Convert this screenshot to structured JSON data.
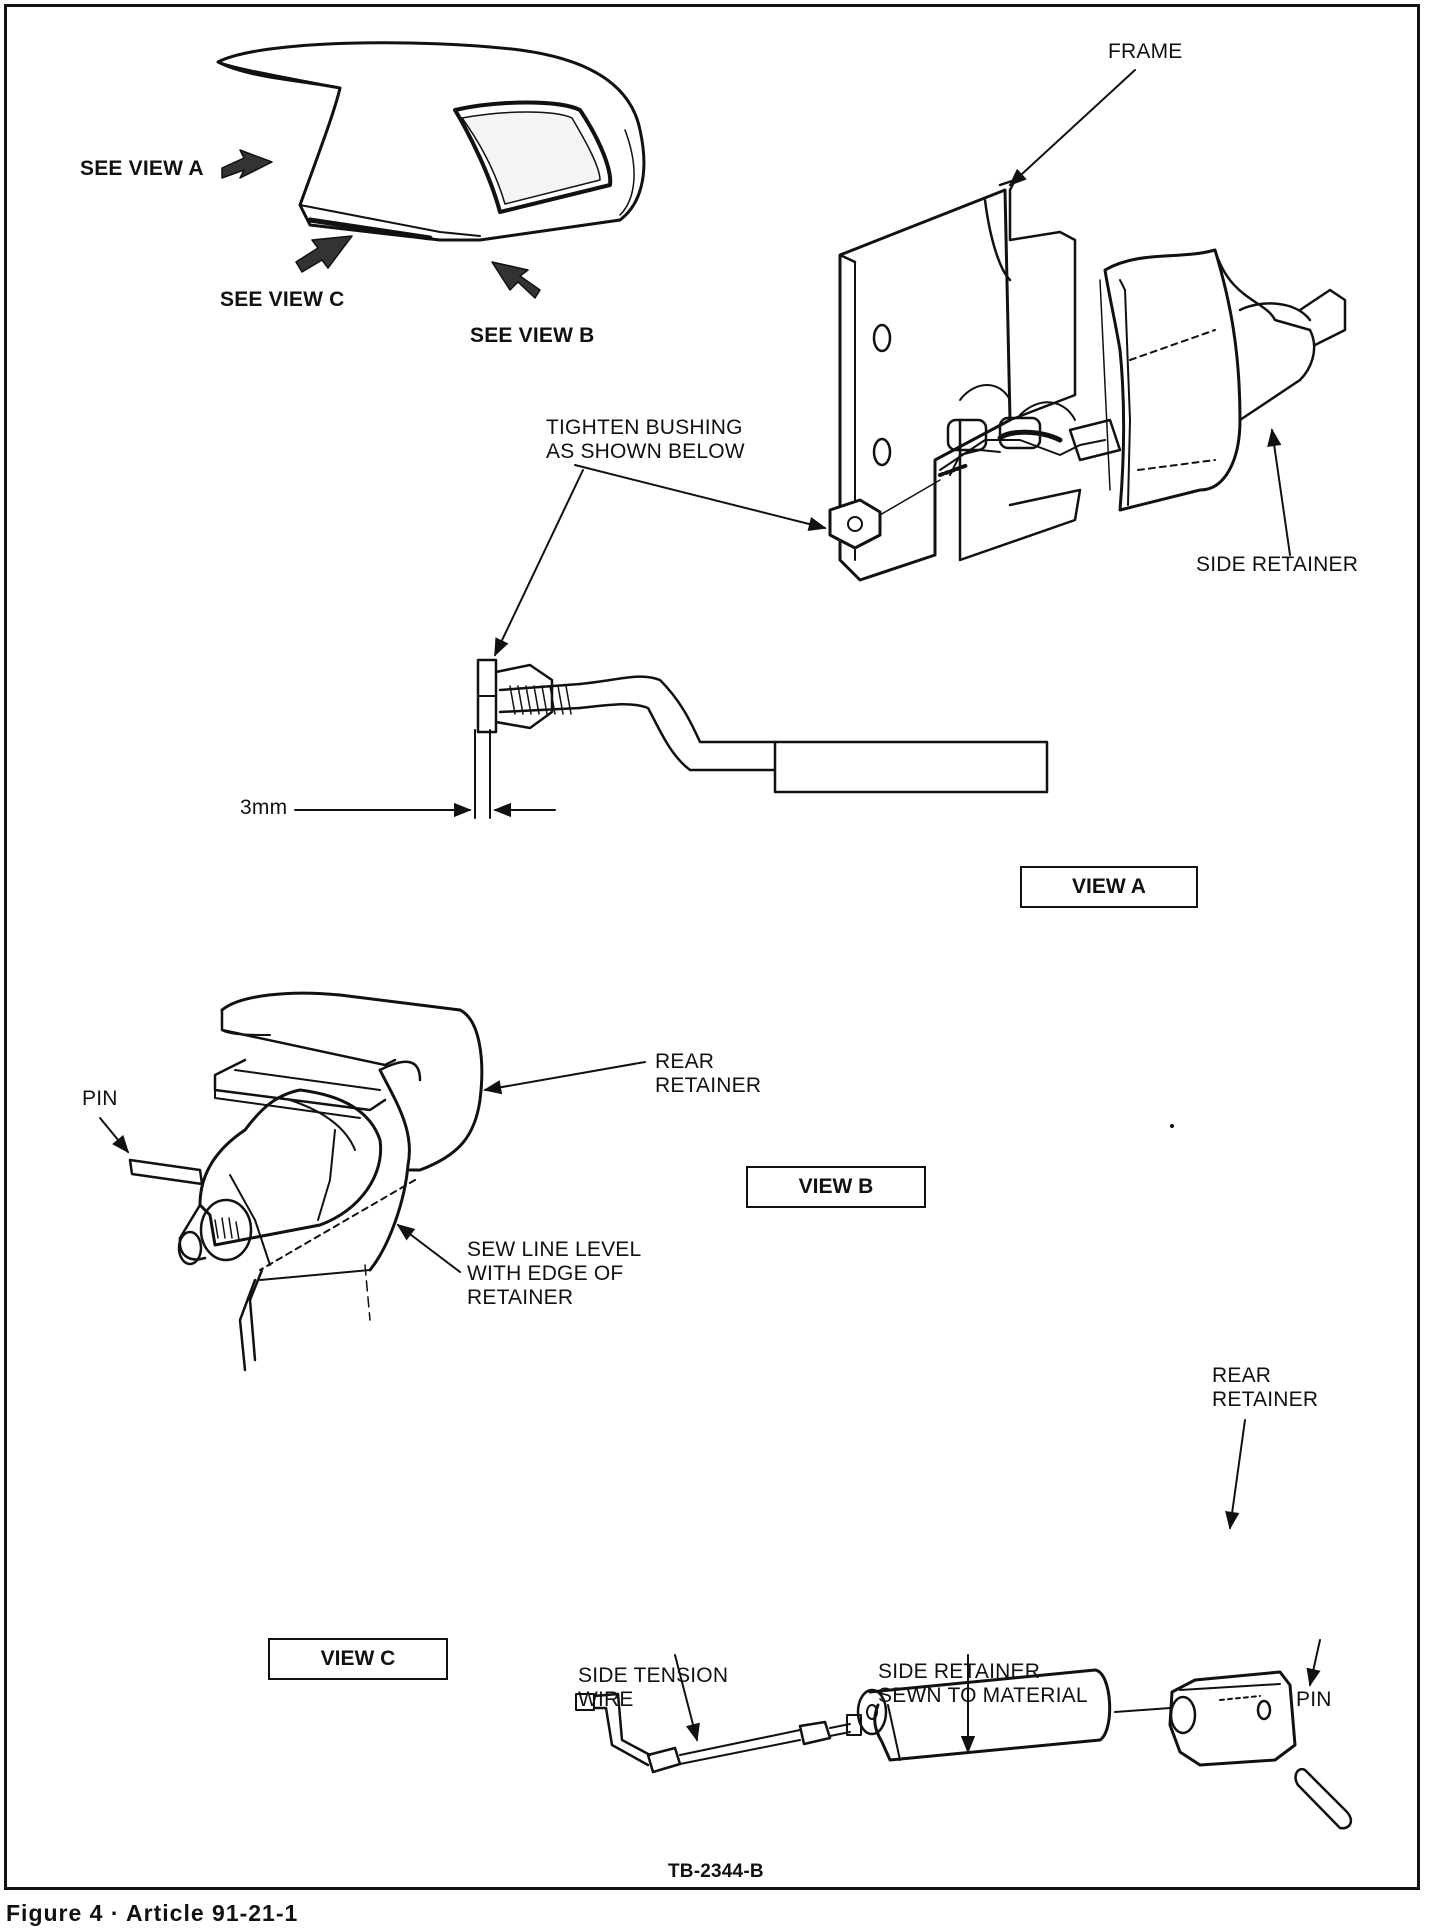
{
  "overview": {
    "see_view_a": "SEE VIEW A",
    "see_view_b": "SEE VIEW B",
    "see_view_c": "SEE VIEW C"
  },
  "view_a": {
    "box_label": "VIEW A",
    "frame": "FRAME",
    "tighten_bushing": "TIGHTEN BUSHING\nAS SHOWN BELOW",
    "side_retainer": "SIDE RETAINER",
    "dimension": "3mm"
  },
  "view_b": {
    "box_label": "VIEW B",
    "rear_retainer": "REAR\nRETAINER",
    "pin": "PIN",
    "sew_line": "SEW LINE LEVEL\nWITH EDGE OF\nRETAINER"
  },
  "view_c": {
    "box_label": "VIEW C",
    "rear_retainer": "REAR\nRETAINER",
    "side_tension_wire": "SIDE TENSION\nWIRE",
    "side_retainer_sewn": "SIDE RETAINER\nSEWN TO MATERIAL",
    "pin": "PIN"
  },
  "figure_code": "TB-2344-B",
  "caption": "Figure 4 · Article 91-21-1"
}
